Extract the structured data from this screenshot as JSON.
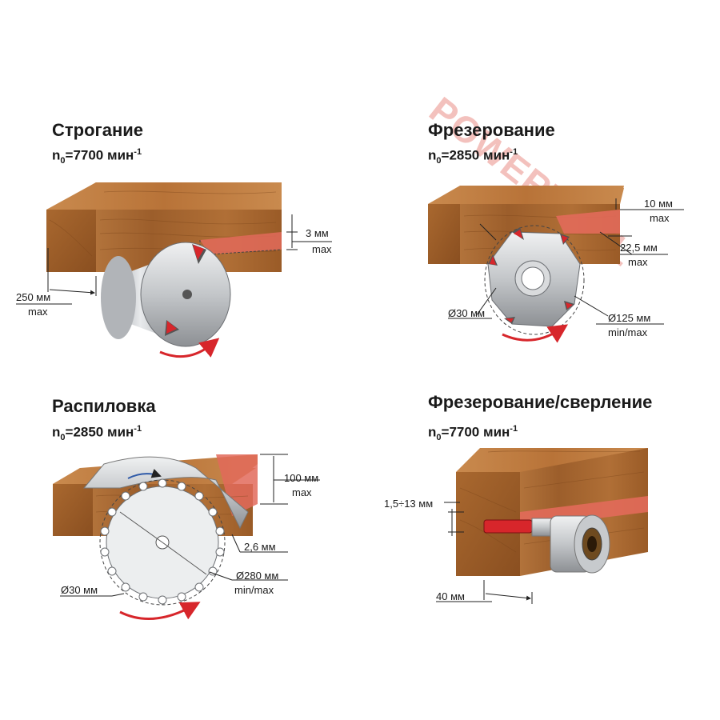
{
  "watermark": "POWERTOOL",
  "unit_rpm": "мин",
  "unit_rpm_exp": "-1",
  "panels": {
    "planing": {
      "title": "Строгание",
      "speed_prefix": "n",
      "speed_sub": "0",
      "speed_value": "=7700 ",
      "dim_depth": "3 мм",
      "dim_depth_note": "max",
      "dim_width": "250 мм",
      "dim_width_note": "max"
    },
    "milling": {
      "title": "Фрезерование",
      "speed_prefix": "n",
      "speed_sub": "0",
      "speed_value": "=2850 ",
      "dim_depth": "10 мм",
      "dim_depth_note": "max",
      "dim_width": "22,5 мм",
      "dim_width_note": "max",
      "dim_bore": "Ø30 мм",
      "dim_diam": "Ø125 мм",
      "dim_diam_note": "min/max"
    },
    "sawing": {
      "title": "Распиловка",
      "speed_prefix": "n",
      "speed_sub": "0",
      "speed_value": "=2850 ",
      "dim_depth": "100 мм",
      "dim_depth_note": "max",
      "dim_kerf": "2,6 мм",
      "dim_diam": "Ø280 мм",
      "dim_diam_note": "min/max",
      "dim_bore": "Ø30 мм"
    },
    "drilling": {
      "title": "Фрезерование/сверление",
      "speed_prefix": "n",
      "speed_sub": "0",
      "speed_value": "=7700 ",
      "dim_slot": "1,5÷13 мм",
      "dim_length": "40 мм"
    }
  }
}
